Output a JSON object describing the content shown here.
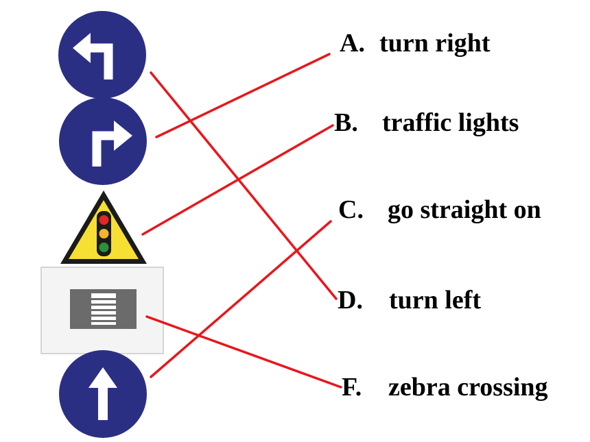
{
  "options": [
    {
      "letter": "A.",
      "text": "turn right"
    },
    {
      "letter": "B.",
      "text": "traffic lights"
    },
    {
      "letter": "C.",
      "text": "go straight on"
    },
    {
      "letter": "D.",
      "text": "turn left"
    },
    {
      "letter": "F.",
      "text": "zebra crossing"
    }
  ],
  "signs": [
    {
      "icon": "turn-left-sign-icon"
    },
    {
      "icon": "turn-right-sign-icon"
    },
    {
      "icon": "traffic-lights-warning-sign-icon"
    },
    {
      "icon": "zebra-crossing-sign-icon"
    },
    {
      "icon": "go-straight-sign-icon"
    }
  ],
  "colors": {
    "sign_blue": "#2b2f84",
    "warning_yellow": "#f5e033",
    "line_red": "#e8161b",
    "zebra_gray": "#6b6b6b"
  }
}
